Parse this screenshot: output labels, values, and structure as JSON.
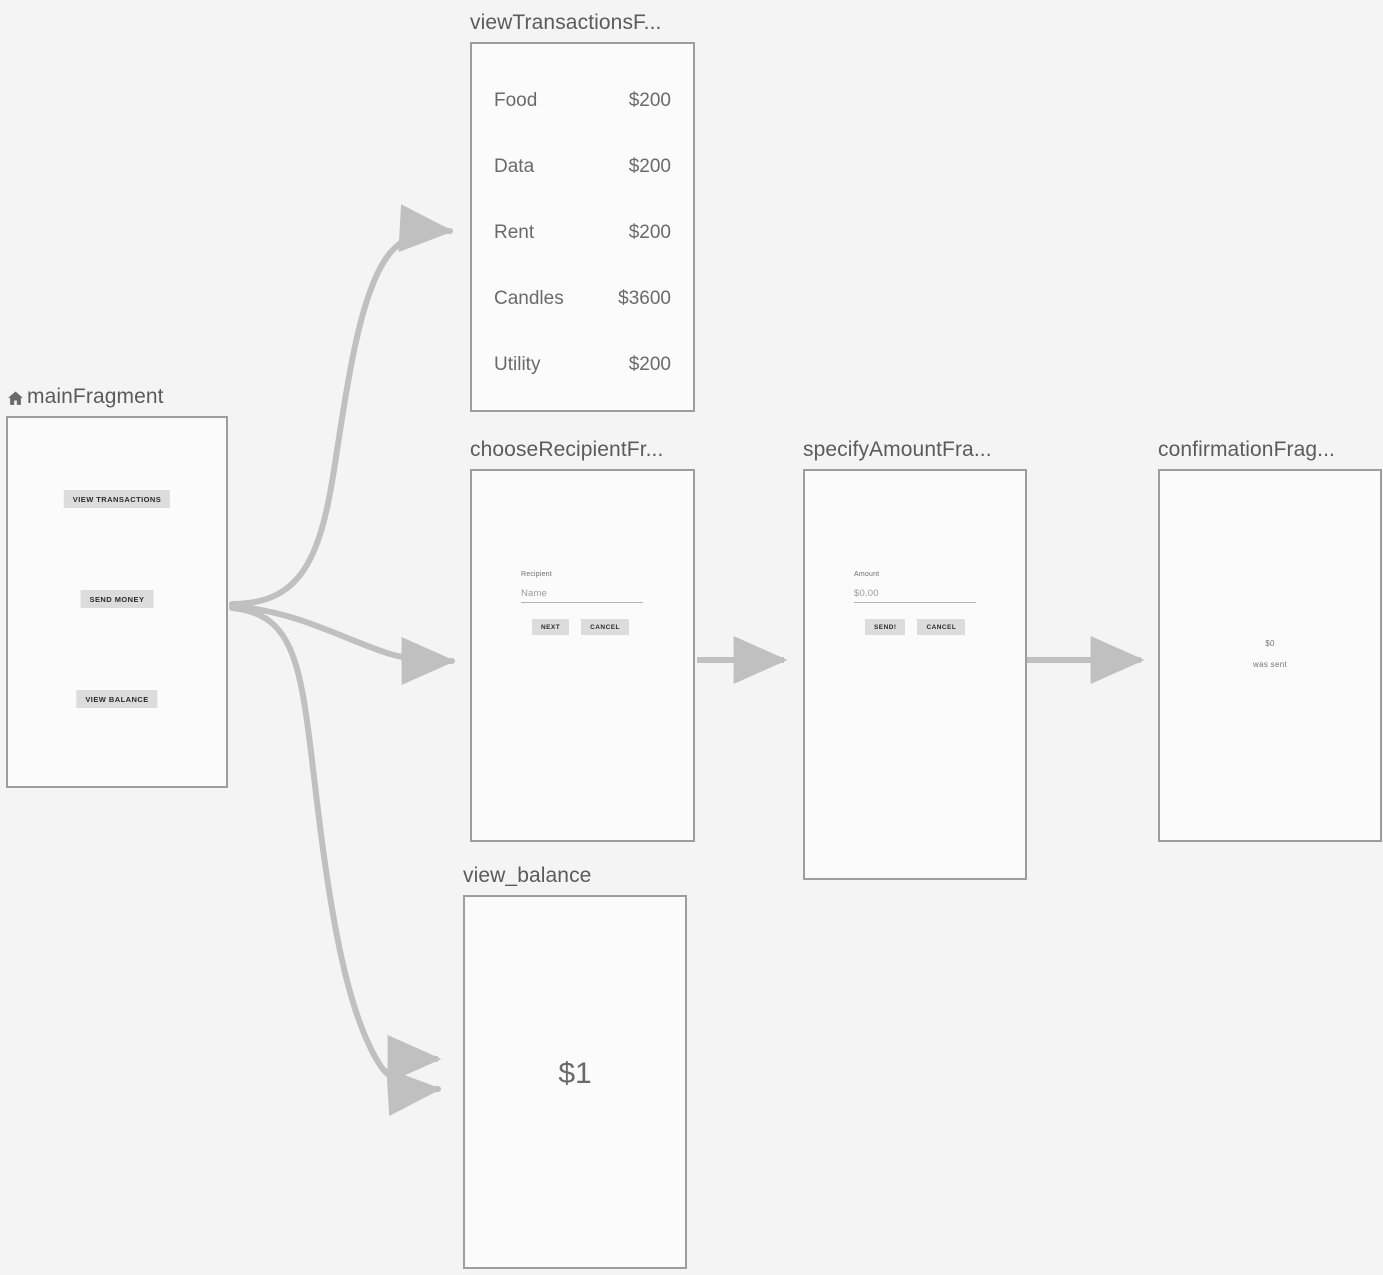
{
  "canvas": {
    "background_color": "#f4f4f4",
    "edge_color": "#c0c0c0",
    "node_border_color": "#9d9d9d",
    "node_fill_color": "#fbfbfb",
    "button_color": "#dcdcdc",
    "title_color": "#5b5b5b"
  },
  "nodes": {
    "main": {
      "title": "mainFragment",
      "icon": "home-icon",
      "is_start_destination": true,
      "buttons": [
        {
          "label": "VIEW TRANSACTIONS",
          "name": "view-transactions-button"
        },
        {
          "label": "SEND MONEY",
          "name": "send-money-button"
        },
        {
          "label": "VIEW BALANCE",
          "name": "view-balance-button"
        }
      ]
    },
    "view_transactions": {
      "title": "viewTransactionsF...",
      "transactions": [
        {
          "name": "Food",
          "amount": "$200"
        },
        {
          "name": "Data",
          "amount": "$200"
        },
        {
          "name": "Rent",
          "amount": "$200"
        },
        {
          "name": "Candles",
          "amount": "$3600"
        },
        {
          "name": "Utility",
          "amount": "$200"
        }
      ]
    },
    "choose_recipient": {
      "title": "chooseRecipientFr...",
      "field_label": "Recipient",
      "field_placeholder": "Name",
      "field_value": "",
      "primary_button": "NEXT",
      "secondary_button": "CANCEL"
    },
    "specify_amount": {
      "title": "specifyAmountFra...",
      "field_label": "Amount",
      "field_placeholder": "$0.00",
      "field_value": "",
      "primary_button": "SEND!",
      "secondary_button": "CANCEL"
    },
    "confirmation": {
      "title": "confirmationFrag...",
      "amount": "$0",
      "message": "was sent"
    },
    "view_balance": {
      "title": "view_balance",
      "balance": "$1"
    }
  }
}
